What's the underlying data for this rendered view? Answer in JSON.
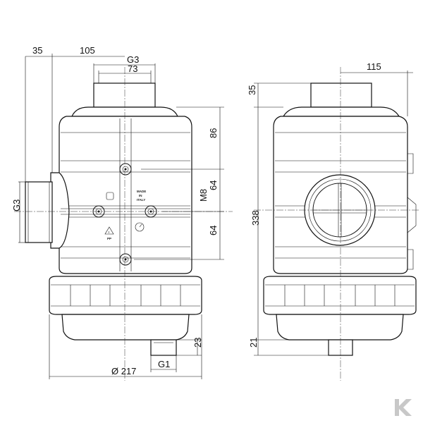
{
  "front_view": {
    "dim_left_offset": "35",
    "dim_width_to_center": "105",
    "dim_top_thread": "G3",
    "dim_top_inner": "73",
    "dim_side_thread": "G3",
    "dim_upper_height": "86",
    "dim_mid_height": "64",
    "dim_bolt": "M8",
    "dim_lower_height": "64",
    "dim_drain_height": "23",
    "dim_drain_thread": "G1",
    "dim_diameter": "Ø 217",
    "label_made_in": [
      "MADE",
      "IN",
      "ITALY"
    ],
    "label_pp": "PP"
  },
  "side_view": {
    "dim_half_width": "115",
    "dim_top_height": "35",
    "dim_total_height": "338",
    "dim_bottom_height": "21"
  },
  "brand": {
    "logo_letter": "K",
    "color": "#c8c8c8"
  }
}
